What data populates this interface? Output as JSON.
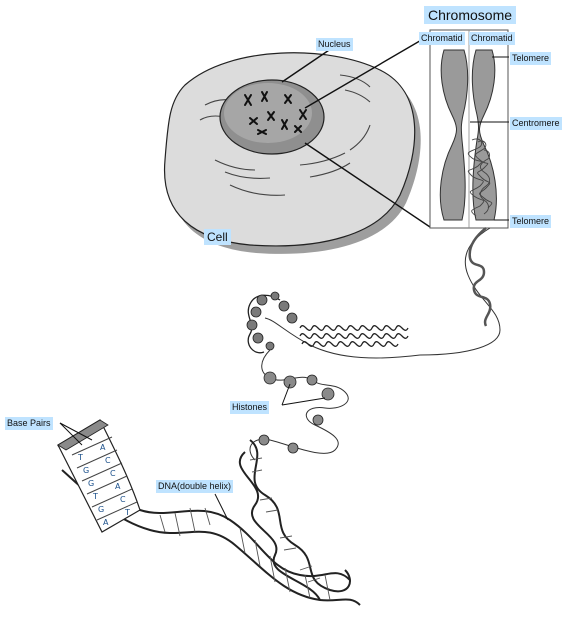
{
  "labels": {
    "chromosome": "Chromosome",
    "chromatid_left": "Chromatid",
    "chromatid_right": "Chromatid",
    "telomere_top": "Telomere",
    "centromere": "Centromere",
    "telomere_bottom": "Telomere",
    "nucleus": "Nucleus",
    "cell": "Cell",
    "histones": "Histones",
    "base_pairs": "Base Pairs",
    "dna": "DNA(double helix)"
  },
  "base_letters": [
    "T",
    "A",
    "G",
    "C",
    "G",
    "C",
    "T",
    "A",
    "G",
    "C",
    "A",
    "T"
  ],
  "colors": {
    "label_background": "#bfe3ff",
    "line": "#111111",
    "cell_fill": "#d9d9d9",
    "nucleus_fill": "#8c8c8c",
    "chromosome_fill": "#9a9a9a"
  }
}
